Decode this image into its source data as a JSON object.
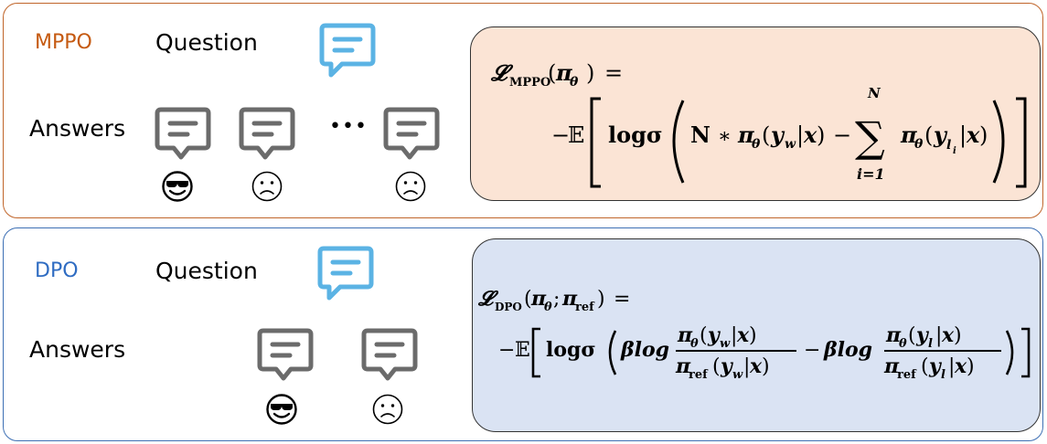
{
  "mppo": {
    "tag": "MPPO",
    "question_label": "Question",
    "answers_label": "Answers",
    "ellipsis": "•••",
    "icons": [
      "question-speech-bubble-icon",
      "answer-speech-bubble-icon",
      "answer-speech-bubble-icon",
      "answer-speech-bubble-icon"
    ],
    "faces": [
      "sunglasses-face-icon",
      "frowning-face-icon",
      "frowning-face-icon"
    ],
    "formula": {
      "lhs": "𝓛",
      "lhs_sub": "MPPO",
      "lhs_arg_pi": "π",
      "lhs_arg_theta": "θ",
      "equals": "=",
      "minus": "−",
      "expect": "𝔼",
      "logsigma": "logσ",
      "N": "N",
      "star": "∗",
      "pi": "π",
      "theta": "θ",
      "y": "y",
      "w": "w",
      "x": "x",
      "minus2": "−",
      "sum": "∑",
      "sum_top": "N",
      "sum_bottom": "i=1",
      "l": "l",
      "i": "i"
    }
  },
  "dpo": {
    "tag": "DPO",
    "question_label": "Question",
    "answers_label": "Answers",
    "icons": [
      "question-speech-bubble-icon",
      "answer-speech-bubble-icon",
      "answer-speech-bubble-icon"
    ],
    "faces": [
      "sunglasses-face-icon",
      "frowning-face-icon"
    ],
    "formula": {
      "lhs": "𝓛",
      "lhs_sub": "DPO",
      "pi": "π",
      "theta": "θ",
      "ref": "ref",
      "equals": "=",
      "minus": "−",
      "expect": "𝔼",
      "logsigma": "logσ",
      "beta_log": "βlog",
      "num_w": "π",
      "y": "y",
      "w": "w",
      "l": "l",
      "x": "x"
    }
  },
  "colors": {
    "mppo_border": "#c0652a",
    "mppo_tag": "#c55a11",
    "mppo_formula_bg": "#fbe4d5",
    "dpo_border": "#3d6fb4",
    "dpo_tag": "#2f6cc2",
    "dpo_formula_bg": "#dae3f3",
    "question_icon": "#5bb3e4",
    "answer_icon": "#6b6b6b"
  }
}
